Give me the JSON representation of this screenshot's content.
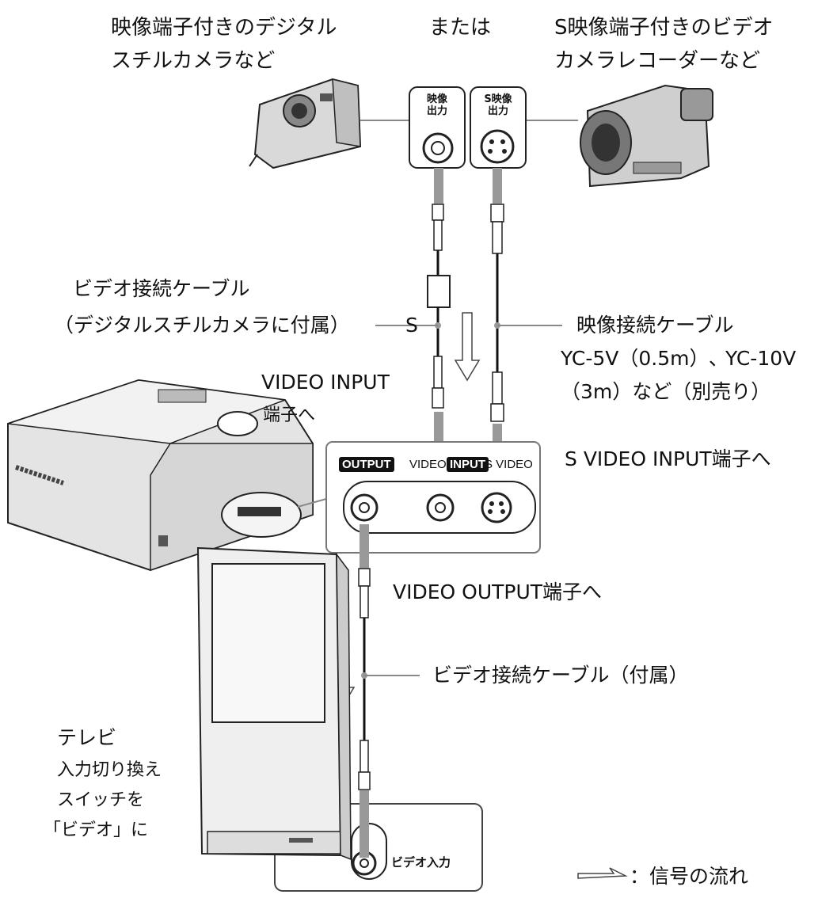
{
  "labels": {
    "digital_camera": [
      "映像端子付きのデジタル",
      "スチルカメラなど"
    ],
    "or": "または",
    "s_video_camera": [
      "S映像端子付きのビデオ",
      "カメラレコーダーなど"
    ],
    "video_out_tag": [
      "映像",
      "出力"
    ],
    "s_video_out_tag": [
      "S映像",
      "出力"
    ],
    "video_cable_camera": [
      "ビデオ接続ケーブル",
      "（デジタルスチルカメラに付属）"
    ],
    "s_mark": "S",
    "s_video_cable": [
      "映像接続ケーブル",
      "YC-5V（0.5m）､ YC-10V",
      "（3m）など（別売り）"
    ],
    "video_input_to": [
      "VIDEO INPUT",
      "端子へ"
    ],
    "s_video_input_to": "S VIDEO INPUT端子へ",
    "video_output_to": "VIDEO OUTPUT端子へ",
    "video_cable_included": "ビデオ接続ケーブル（付属）",
    "tv": [
      "テレビ",
      "入力切り換え",
      "スイッチを",
      "「ビデオ」に"
    ],
    "tv_video_in": "ビデオ入力",
    "legend": "：信号の流れ"
  },
  "panel": {
    "output": "OUTPUT",
    "video": "VIDEO",
    "input": "INPUT",
    "s_video": "S VIDEO"
  }
}
